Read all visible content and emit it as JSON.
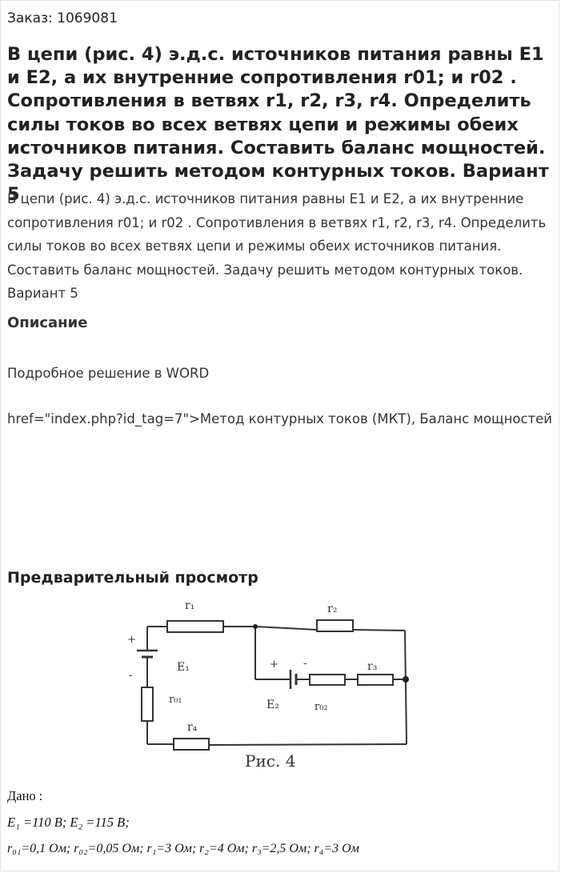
{
  "order": {
    "label": "Заказ: 1069081"
  },
  "task": {
    "title": "В цепи (рис. 4) э.д.с. источников питания равны Е1 и Е2, а их внутренние сопротивления r01; и r02 . Сопротивления в ветвях r1, r2, r3, r4. Определить силы токов во всех ветвях цепи и режимы обеих источников питания. Составить баланс мощностей. Задачу решить методом контурных токов. Вариант 5",
    "text": "В цепи (рис. 4) э.д.с. источников питания равны Е1 и Е2, а их внутренние сопротивления r01; и r02 . Сопротивления в ветвях r1, r2, r3, r4. Определить силы токов во всех ветвях цепи и режимы обеих источников питания. Составить баланс мощностей. Задачу решить методом контурных токов. Вариант 5"
  },
  "description": {
    "heading": "Описание",
    "word_note": "Подробное решение в WORD",
    "tags_text": "href=\"index.php?id_tag=7\">Метод контурных токов (МКТ), Баланс мощностей"
  },
  "preview": {
    "heading": "Предварительный просмотр",
    "figure": {
      "caption": "Рис. 4",
      "labels": {
        "r1": "r₁",
        "r2": "r₂",
        "r3": "r₃",
        "r4": "r₄",
        "r01": "r₀₁",
        "r02": "r₀₂",
        "e1": "E₁",
        "e2": "E₂",
        "plus": "+",
        "minus": "-"
      }
    }
  },
  "given": {
    "label": "Дано :",
    "emf": "E₁ =110 В; E₂ =115 В;",
    "resistances": "r₀₁=0,1 Ом; r₀₂=0,05 Ом; r₁=3 Ом; r₂=4 Ом; r₃=2,5 Ом; r₄=3 Ом"
  }
}
